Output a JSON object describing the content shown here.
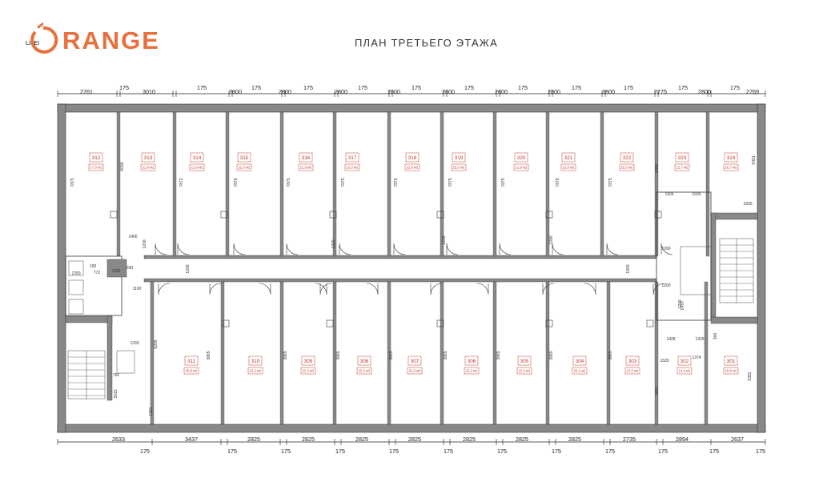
{
  "logo": {
    "prefix": "LIFE!",
    "word": "RANGE",
    "accent_color": "#e8703a"
  },
  "title": "ПЛАН ТРЕТЬЕГО ЭТАЖА",
  "colors": {
    "wall": "#888888",
    "wall_stroke": "#333333",
    "label_red": "#c0392b"
  },
  "top_dimensions": [
    "2761",
    "175",
    "3010",
    "175",
    "2800",
    "175",
    "2800",
    "175",
    "2800",
    "175",
    "2800",
    "175",
    "2800",
    "175",
    "2800",
    "175",
    "2800",
    "175",
    "2800",
    "175",
    "2775",
    "175",
    "2800",
    "175",
    "2769"
  ],
  "bottom_dimensions": [
    "2633",
    "3437",
    "2825",
    "2825",
    "2825",
    "2825",
    "2825",
    "2825",
    "2825",
    "2735",
    "2894",
    "2637"
  ],
  "bottom_small": [
    "175",
    "175",
    "175",
    "175",
    "175",
    "175",
    "175",
    "175",
    "175",
    "175",
    "175",
    "175"
  ],
  "rooms_top": [
    {
      "num": "312",
      "area": "17,0 м2"
    },
    {
      "num": "313",
      "area": "21,0 м2"
    },
    {
      "num": "314",
      "area": "21,6 м2"
    },
    {
      "num": "315",
      "area": "22,0 м2"
    },
    {
      "num": "316",
      "area": "21,9 м2"
    },
    {
      "num": "317",
      "area": "22,0 м2"
    },
    {
      "num": "318",
      "area": "21,9 м2"
    },
    {
      "num": "319",
      "area": "22,0 м2"
    },
    {
      "num": "320",
      "area": "21,9 м2"
    },
    {
      "num": "321",
      "area": "22,0 м2"
    },
    {
      "num": "322",
      "area": "22,0 м2"
    },
    {
      "num": "323",
      "area": "12,7 м2"
    },
    {
      "num": "324",
      "area": "26,7 м2"
    }
  ],
  "rooms_bottom": [
    {
      "num": "311",
      "area": "30,8 м2"
    },
    {
      "num": "310",
      "area": "22,2 м2"
    },
    {
      "num": "309",
      "area": "22,2 м2"
    },
    {
      "num": "308",
      "area": "22,2 м2"
    },
    {
      "num": "307",
      "area": "22,0 м2"
    },
    {
      "num": "306",
      "area": "22,2 м2"
    },
    {
      "num": "305",
      "area": "22,2 м2"
    },
    {
      "num": "304",
      "area": "22,2 м2"
    },
    {
      "num": "303",
      "area": "22,0 м2"
    },
    {
      "num": "302",
      "area": "14,2 м2"
    },
    {
      "num": "301",
      "area": "18,6 м2"
    }
  ],
  "vertical_dims_top": [
    "7875",
    "6000",
    "7872",
    "7875",
    "7875",
    "7875",
    "7875",
    "7875",
    "7875",
    "7875",
    "7875",
    "6000",
    "5401"
  ],
  "vertical_dims_bottom": [
    "6200",
    "3865",
    "3865",
    "3865",
    "3865",
    "3865",
    "3865",
    "3865",
    "3865",
    "3862",
    "5362"
  ],
  "misc_dims": [
    "1400",
    "1200",
    "1200",
    "1200",
    "1200",
    "1200",
    "1200",
    "1200",
    "1305",
    "1595",
    "1500",
    "1200",
    "1200",
    "1470",
    "1428",
    "1429",
    "1374",
    "300",
    "1520",
    "1333",
    "760",
    "3015",
    "1100",
    "100",
    "772",
    "330",
    "1200",
    "1100",
    "1381"
  ]
}
